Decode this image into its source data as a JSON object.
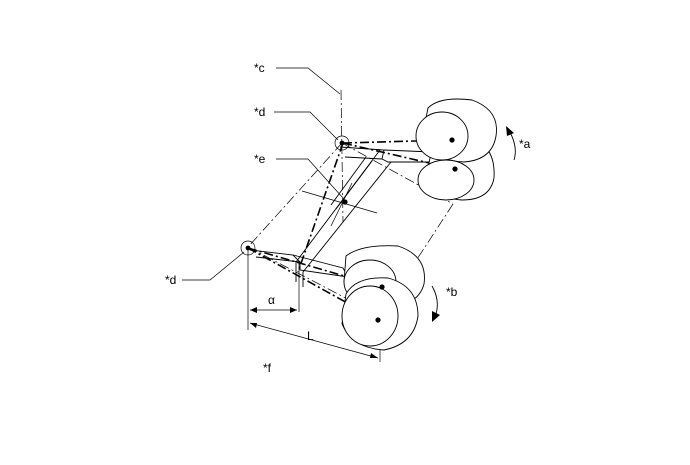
{
  "labels": {
    "a": "*a",
    "b": "*b",
    "c": "*c",
    "d_top": "*d",
    "d_bottom": "*d",
    "e": "*e",
    "f": "*f",
    "alpha": "α",
    "length": "L"
  }
}
